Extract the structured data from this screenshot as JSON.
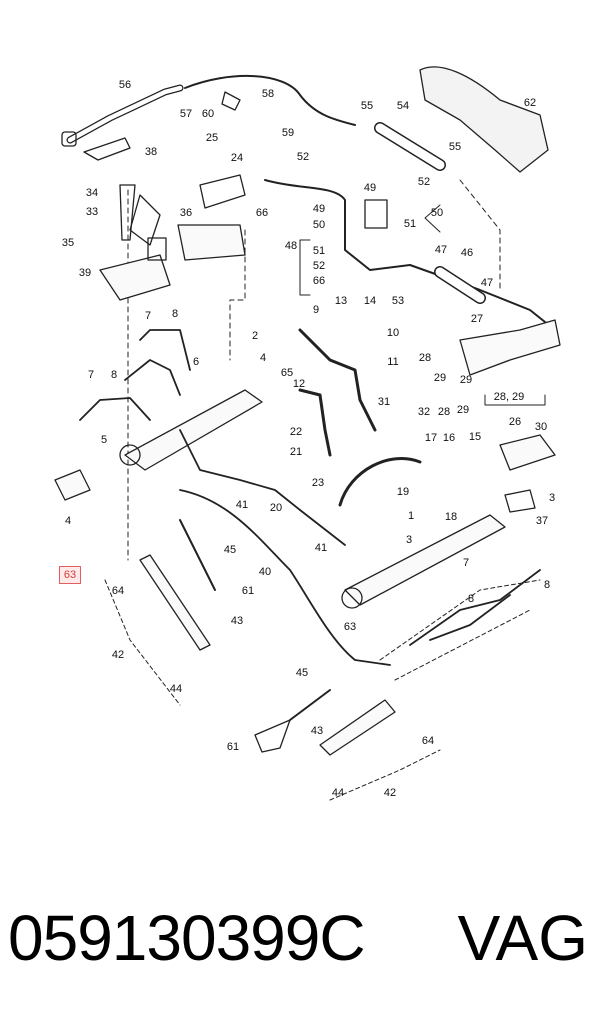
{
  "diagram": {
    "highlighted_callout": "63",
    "callouts": [
      "56",
      "57",
      "60",
      "58",
      "55",
      "54",
      "62",
      "38",
      "25",
      "24",
      "52",
      "59",
      "34",
      "33",
      "35",
      "36",
      "66",
      "49",
      "50",
      "48",
      "51",
      "39",
      "47",
      "46",
      "53",
      "13",
      "14",
      "9",
      "10",
      "11",
      "27",
      "8",
      "2",
      "4",
      "7",
      "65",
      "28",
      "29",
      "5",
      "12",
      "22",
      "21",
      "31",
      "32",
      "17",
      "16",
      "15",
      "30",
      "23",
      "19",
      "18",
      "3",
      "1",
      "37",
      "41",
      "45",
      "40",
      "43",
      "64",
      "42",
      "44",
      "61",
      "6",
      "20",
      "26"
    ],
    "labels": {
      "56": "56",
      "57": "57",
      "60": "60",
      "58": "58",
      "55": "55",
      "54": "54",
      "62": "62",
      "38": "38",
      "25": "25",
      "24": "24",
      "52": "52",
      "59": "59",
      "34": "34",
      "33": "33",
      "35": "35",
      "36": "36",
      "66": "66",
      "49": "49",
      "50": "50",
      "48": "48",
      "51": "51",
      "39": "39",
      "47": "47",
      "46": "46",
      "53": "53",
      "13": "13",
      "14": "14",
      "9": "9",
      "10": "10",
      "11": "11",
      "27": "27",
      "8": "8",
      "2": "2",
      "4": "4",
      "7": "7",
      "65": "65",
      "28": "28",
      "29": "29",
      "28_29": "28, 29",
      "26": "26",
      "5": "5",
      "12": "12",
      "22": "22",
      "21": "21",
      "31": "31",
      "32": "32",
      "17": "17",
      "16": "16",
      "15": "15",
      "30": "30",
      "23": "23",
      "19": "19",
      "18": "18",
      "3": "3",
      "1": "1",
      "37": "37",
      "41": "41",
      "45": "45",
      "40": "40",
      "43": "43",
      "64": "64",
      "42": "42",
      "44": "44",
      "61": "61",
      "6": "6",
      "20": "20",
      "63": "63"
    }
  },
  "footer": {
    "part_number": "059130399C",
    "brand": "VAG"
  }
}
